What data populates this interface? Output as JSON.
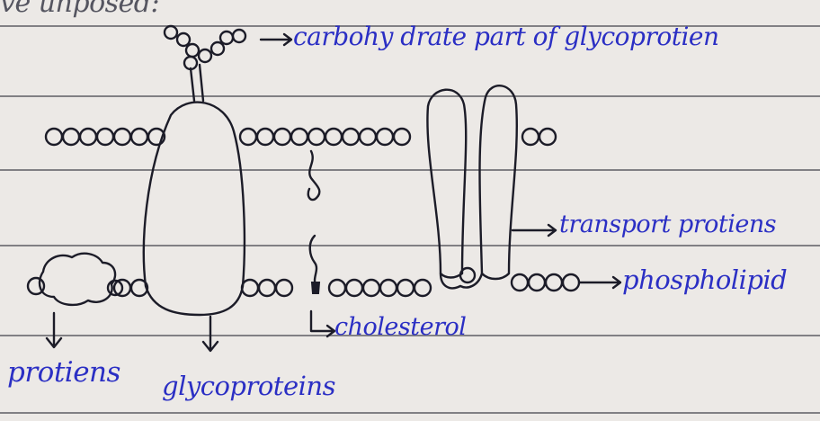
{
  "header_fragment": "ve unposed:",
  "labels": {
    "carbohydrate": "carbohy drate part of glycoprotien",
    "transport": "transport protiens",
    "phospholipid": "phospholipid",
    "cholesterol": "cholesterol",
    "proteins": "protiens",
    "glycoproteins": "glycoproteins"
  },
  "colors": {
    "blue_ink": "#2b2fc4",
    "black_ink": "#1c1c28",
    "paper": "#ece9e6",
    "rule": "#2a2a33"
  }
}
